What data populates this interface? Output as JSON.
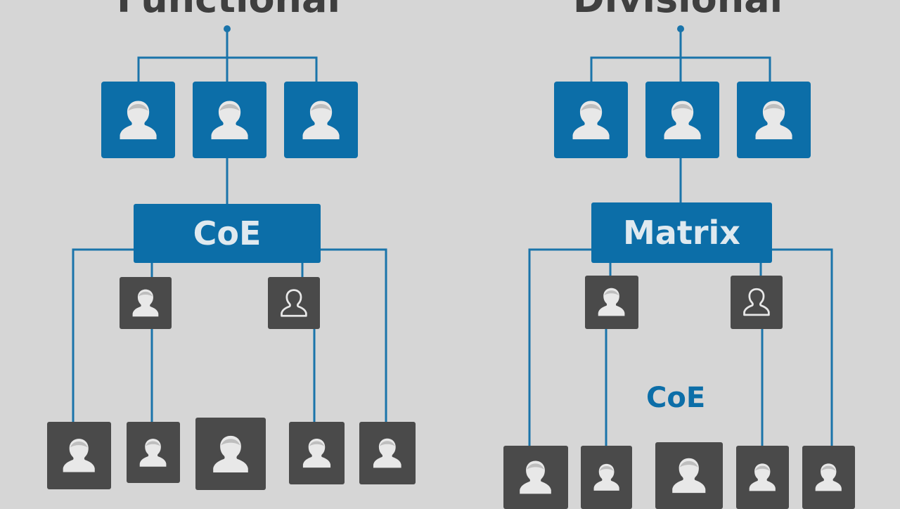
{
  "panels": {
    "left": {
      "title": "Functional",
      "hub_label": "CoE"
    },
    "right": {
      "title": "Divisional",
      "hub_label": "Matrix",
      "floating_label": "CoE"
    }
  },
  "colors": {
    "background": "#d6d6d6",
    "blue": "#0c6ea8",
    "dark": "#4a4a4a",
    "line": "#1a74aa",
    "title": "#3f3f3f",
    "icon": "#e8e8e8"
  },
  "icons": {
    "box_icon": "person-icon",
    "outline_variant": "person-outline-icon"
  }
}
